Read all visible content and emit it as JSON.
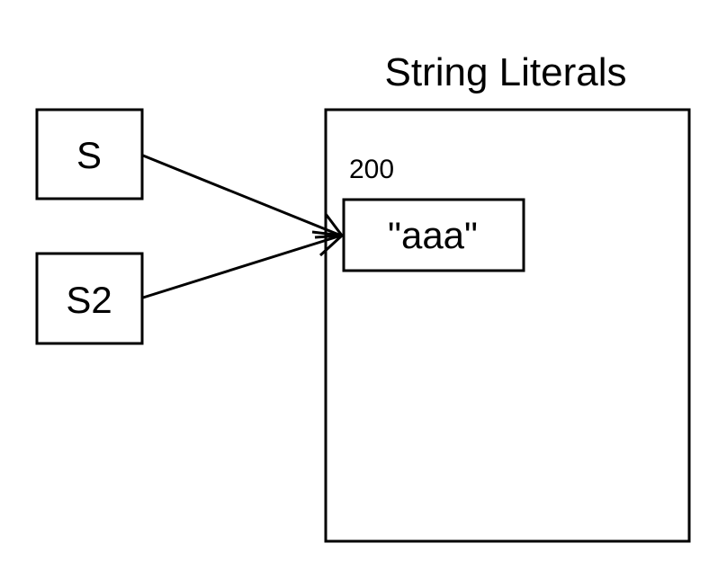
{
  "title": "String Literals",
  "variables": [
    {
      "id": "s",
      "label": "S"
    },
    {
      "id": "s2",
      "label": "S2"
    }
  ],
  "pool": {
    "address": "200",
    "value": "\"aaa\""
  },
  "colors": {
    "stroke": "#000000",
    "background": "#ffffff"
  }
}
